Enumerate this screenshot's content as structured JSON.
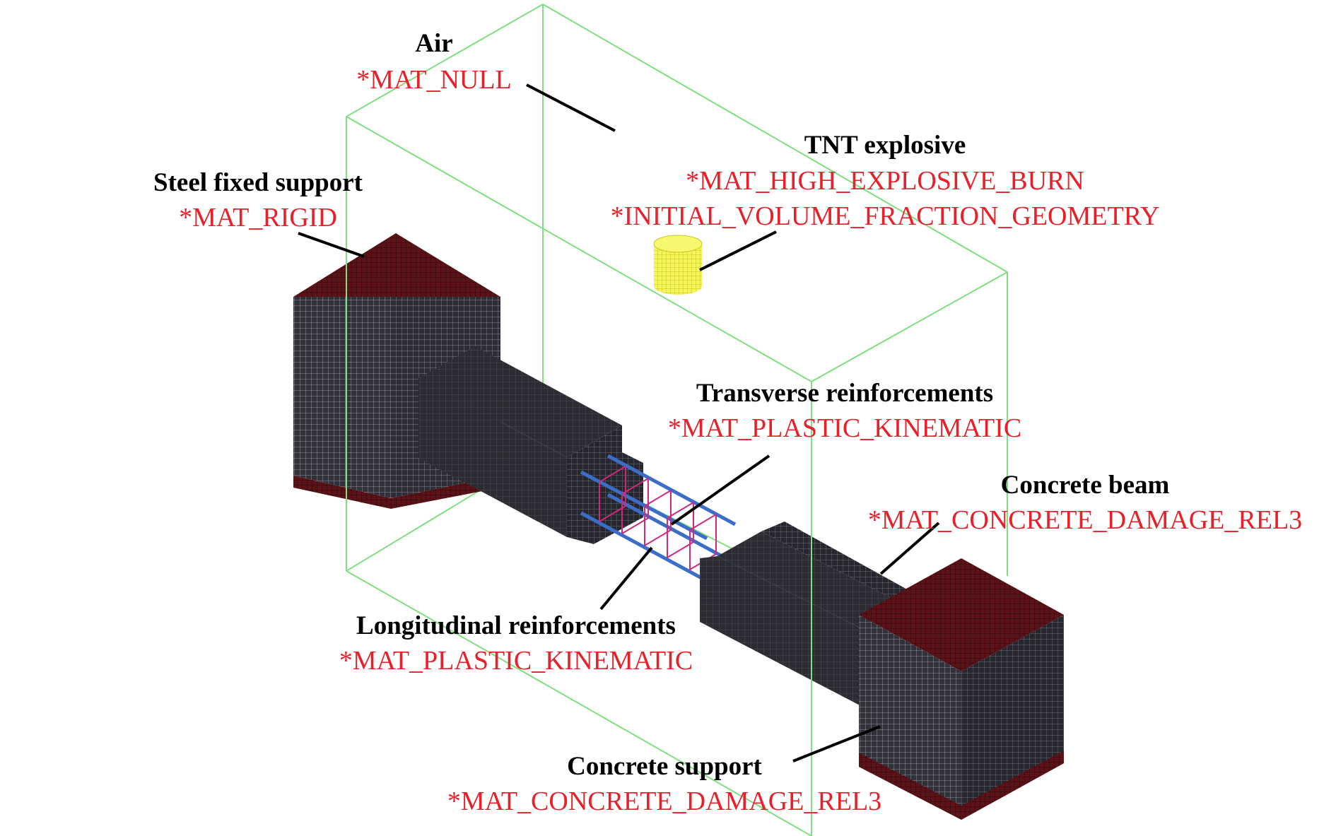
{
  "labels": {
    "air": {
      "name": "Air",
      "material": "*MAT_NULL"
    },
    "tnt": {
      "name": "TNT explosive",
      "material": "*MAT_HIGH_EXPLOSIVE_BURN",
      "material2": "*INITIAL_VOLUME_FRACTION_GEOMETRY"
    },
    "steel_support": {
      "name": "Steel fixed support",
      "material": "*MAT_RIGID"
    },
    "transverse": {
      "name": "Transverse reinforcements",
      "material": "*MAT_PLASTIC_KINEMATIC"
    },
    "concrete_beam": {
      "name": "Concrete beam",
      "material": "*MAT_CONCRETE_DAMAGE_REL3"
    },
    "longitudinal": {
      "name": "Longitudinal reinforcements",
      "material": "*MAT_PLASTIC_KINEMATIC"
    },
    "concrete_support": {
      "name": "Concrete support",
      "material": "*MAT_CONCRETE_DAMAGE_REL3"
    }
  },
  "colors": {
    "label_name": "#000000",
    "label_material": "#e8202a",
    "air_domain": "#7fe07f",
    "mesh_dark": "#2a2a32",
    "mesh_top": "#5a1418",
    "explosive": "#f2f25a",
    "longitudinal_bar": "#3a6ec8",
    "transverse_bar": "#d0287a"
  }
}
